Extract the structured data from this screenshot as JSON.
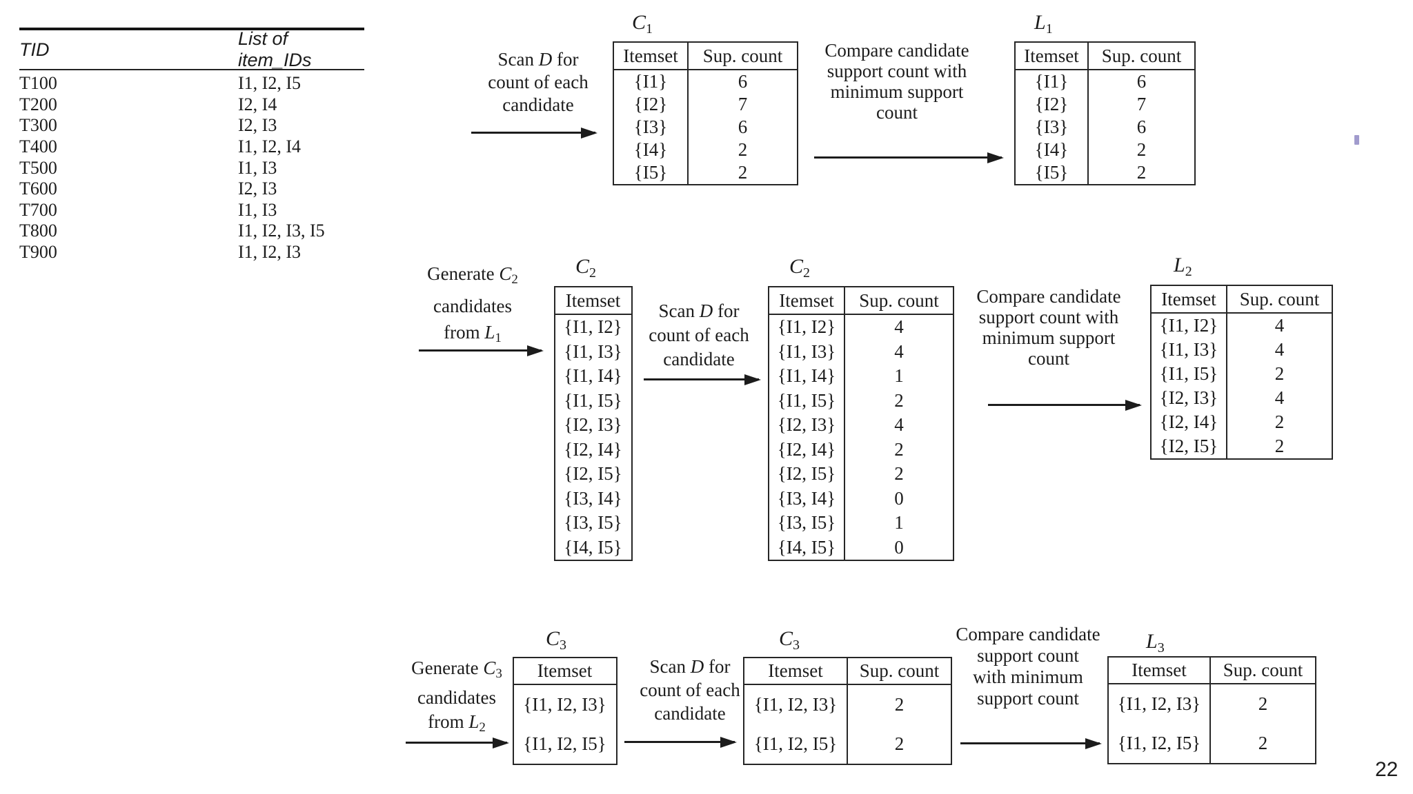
{
  "slide": {
    "page_number": "22"
  },
  "colors": {
    "ink": "#1c1c1c",
    "table_border": "#262626",
    "artifact_mark": "#9189c4",
    "background": "#ffffff"
  },
  "transaction_table": {
    "headers": [
      "TID",
      "List of item_IDs"
    ],
    "rows": [
      [
        "T100",
        "I1, I2, I5"
      ],
      [
        "T200",
        "I2, I4"
      ],
      [
        "T300",
        "I2, I3"
      ],
      [
        "T400",
        "I1, I2, I4"
      ],
      [
        "T500",
        "I1, I3"
      ],
      [
        "T600",
        "I2, I3"
      ],
      [
        "T700",
        "I1, I3"
      ],
      [
        "T800",
        "I1, I2, I3, I5"
      ],
      [
        "T900",
        "I1, I2, I3"
      ]
    ]
  },
  "tables": {
    "c1": {
      "title_var": "C",
      "title_sub": "1",
      "headers": [
        "Itemset",
        "Sup. count"
      ],
      "rows": [
        [
          "{I1}",
          "6"
        ],
        [
          "{I2}",
          "7"
        ],
        [
          "{I3}",
          "6"
        ],
        [
          "{I4}",
          "2"
        ],
        [
          "{I5}",
          "2"
        ]
      ]
    },
    "l1": {
      "title_var": "L",
      "title_sub": "1",
      "headers": [
        "Itemset",
        "Sup. count"
      ],
      "rows": [
        [
          "{I1}",
          "6"
        ],
        [
          "{I2}",
          "7"
        ],
        [
          "{I3}",
          "6"
        ],
        [
          "{I4}",
          "2"
        ],
        [
          "{I5}",
          "2"
        ]
      ]
    },
    "c2_candidates": {
      "title_var": "C",
      "title_sub": "2",
      "headers": [
        "Itemset"
      ],
      "rows": [
        [
          "{I1, I2}"
        ],
        [
          "{I1, I3}"
        ],
        [
          "{I1, I4}"
        ],
        [
          "{I1, I5}"
        ],
        [
          "{I2, I3}"
        ],
        [
          "{I2, I4}"
        ],
        [
          "{I2, I5}"
        ],
        [
          "{I3, I4}"
        ],
        [
          "{I3, I5}"
        ],
        [
          "{I4, I5}"
        ]
      ]
    },
    "c2_counted": {
      "title_var": "C",
      "title_sub": "2",
      "headers": [
        "Itemset",
        "Sup. count"
      ],
      "rows": [
        [
          "{I1, I2}",
          "4"
        ],
        [
          "{I1, I3}",
          "4"
        ],
        [
          "{I1, I4}",
          "1"
        ],
        [
          "{I1, I5}",
          "2"
        ],
        [
          "{I2, I3}",
          "4"
        ],
        [
          "{I2, I4}",
          "2"
        ],
        [
          "{I2, I5}",
          "2"
        ],
        [
          "{I3, I4}",
          "0"
        ],
        [
          "{I3, I5}",
          "1"
        ],
        [
          "{I4, I5}",
          "0"
        ]
      ]
    },
    "l2": {
      "title_var": "L",
      "title_sub": "2",
      "headers": [
        "Itemset",
        "Sup. count"
      ],
      "rows": [
        [
          "{I1, I2}",
          "4"
        ],
        [
          "{I1, I3}",
          "4"
        ],
        [
          "{I1, I5}",
          "2"
        ],
        [
          "{I2, I3}",
          "4"
        ],
        [
          "{I2, I4}",
          "2"
        ],
        [
          "{I2, I5}",
          "2"
        ]
      ]
    },
    "c3_candidates": {
      "title_var": "C",
      "title_sub": "3",
      "headers": [
        "Itemset"
      ],
      "rows": [
        [
          "{I1, I2, I3}"
        ],
        [
          "{I1, I2, I5}"
        ]
      ]
    },
    "c3_counted": {
      "title_var": "C",
      "title_sub": "3",
      "headers": [
        "Itemset",
        "Sup. count"
      ],
      "rows": [
        [
          "{I1, I2, I3}",
          "2"
        ],
        [
          "{I1, I2, I5}",
          "2"
        ]
      ]
    },
    "l3": {
      "title_var": "L",
      "title_sub": "3",
      "headers": [
        "Itemset",
        "Sup. count"
      ],
      "rows": [
        [
          "{I1, I2, I3}",
          "2"
        ],
        [
          "{I1, I2, I5}",
          "2"
        ]
      ]
    }
  },
  "labels": {
    "scan": {
      "l1_pre": "Scan ",
      "l1_var": "D",
      "l1_post": " for",
      "l2": "count of each",
      "l3": "candidate"
    },
    "compare_a": [
      "Compare candidate",
      "support count with",
      "minimum support",
      "count"
    ],
    "compare_b": [
      "Compare candidate",
      "support count",
      "with minimum",
      "support count"
    ],
    "gen2": {
      "l1_pre": "Generate ",
      "l1_var": "C",
      "l1_sub": "2",
      "l2": "candidates",
      "l3_pre": "from ",
      "l3_var": "L",
      "l3_sub": "1"
    },
    "gen3": {
      "l1_pre": "Generate ",
      "l1_var": "C",
      "l1_sub": "3",
      "l2": "candidates",
      "l3_pre": "from ",
      "l3_var": "L",
      "l3_sub": "2"
    }
  }
}
